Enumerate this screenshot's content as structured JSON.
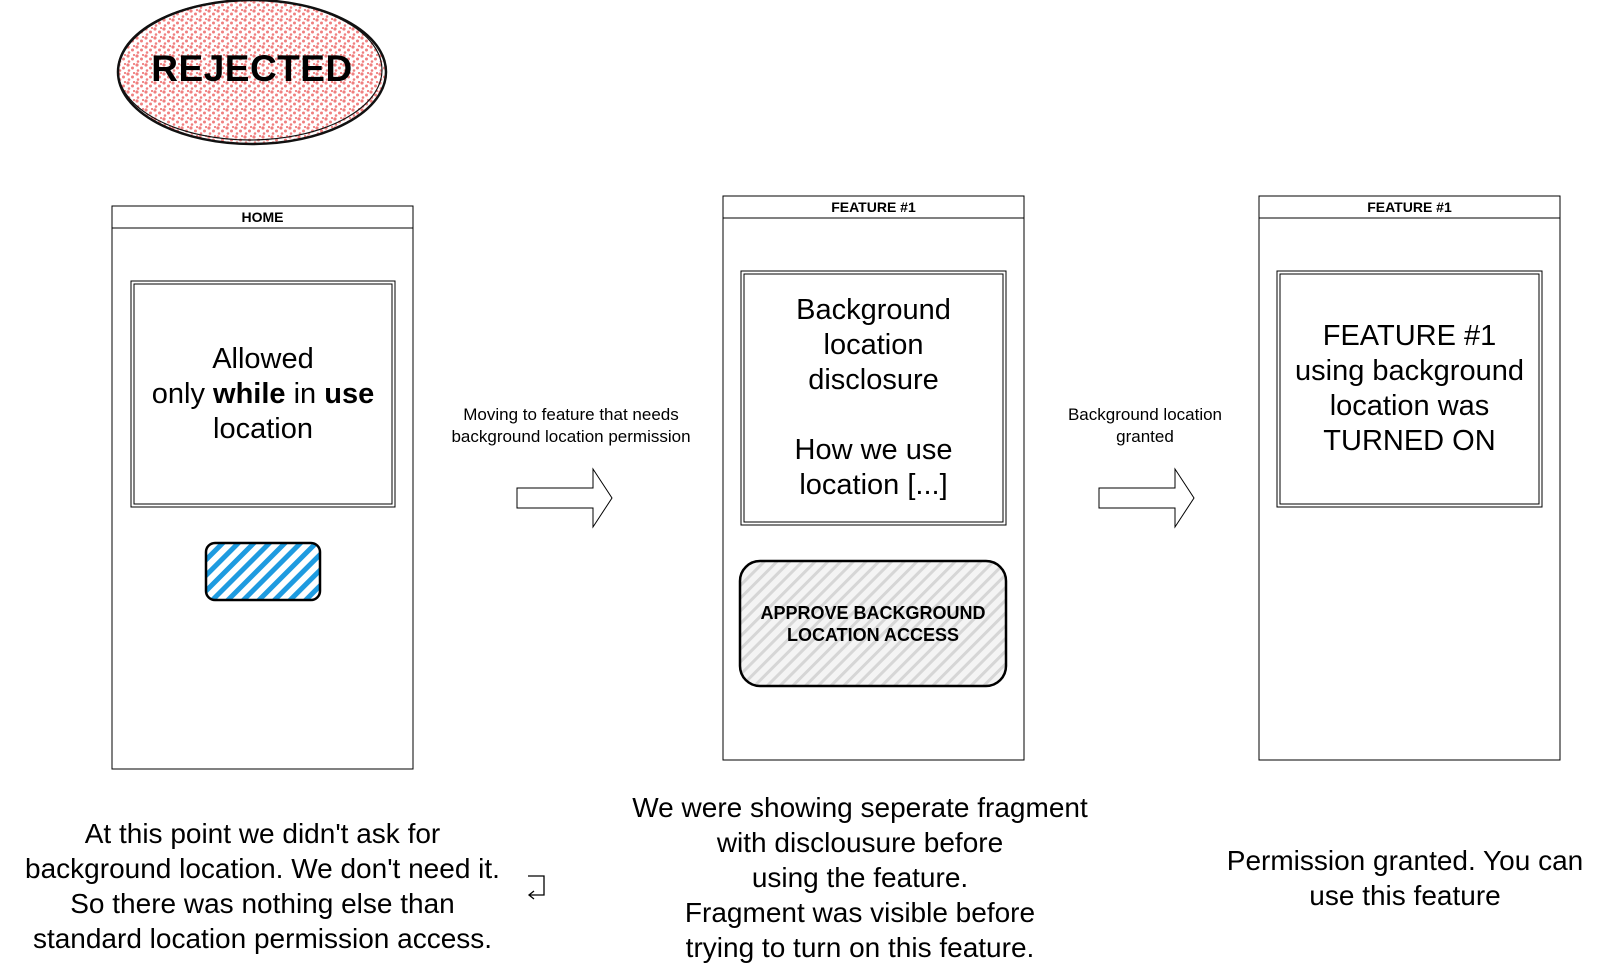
{
  "stamp": {
    "label": "REJECTED",
    "fill": "#f08080"
  },
  "screens": [
    {
      "title": "HOME",
      "panel": {
        "pre": "Allowed",
        "line2_a": "only ",
        "line2_b": "while",
        "line2_c": " in ",
        "line2_d": "use",
        "line3": "location"
      },
      "button_color": "#1e9be0"
    },
    {
      "title": "FEATURE #1",
      "panel_lines": [
        "Background",
        "location",
        "disclosure",
        "",
        "How we use",
        "location [...]"
      ],
      "button": {
        "line1": "APPROVE BACKGROUND",
        "line2": "LOCATION ACCESS"
      }
    },
    {
      "title": "FEATURE #1",
      "panel_lines": [
        "FEATURE #1",
        "using background",
        "location was",
        "TURNED ON"
      ]
    }
  ],
  "arrows": [
    {
      "line1": "Moving to feature that needs",
      "line2": "background location permission"
    },
    {
      "line1": "Background location",
      "line2": "granted"
    }
  ],
  "notes": [
    {
      "lines": [
        "At this point we didn't ask for",
        "background location. We don't need it.",
        "So there was nothing else than",
        "standard location permission access."
      ]
    },
    {
      "lines": [
        "We were showing seperate fragment",
        "with disclousure before",
        "using the feature.",
        "Fragment was visible before",
        "trying to turn on this feature."
      ]
    },
    {
      "lines": [
        "Permission granted. You can",
        "use this feature"
      ]
    }
  ]
}
